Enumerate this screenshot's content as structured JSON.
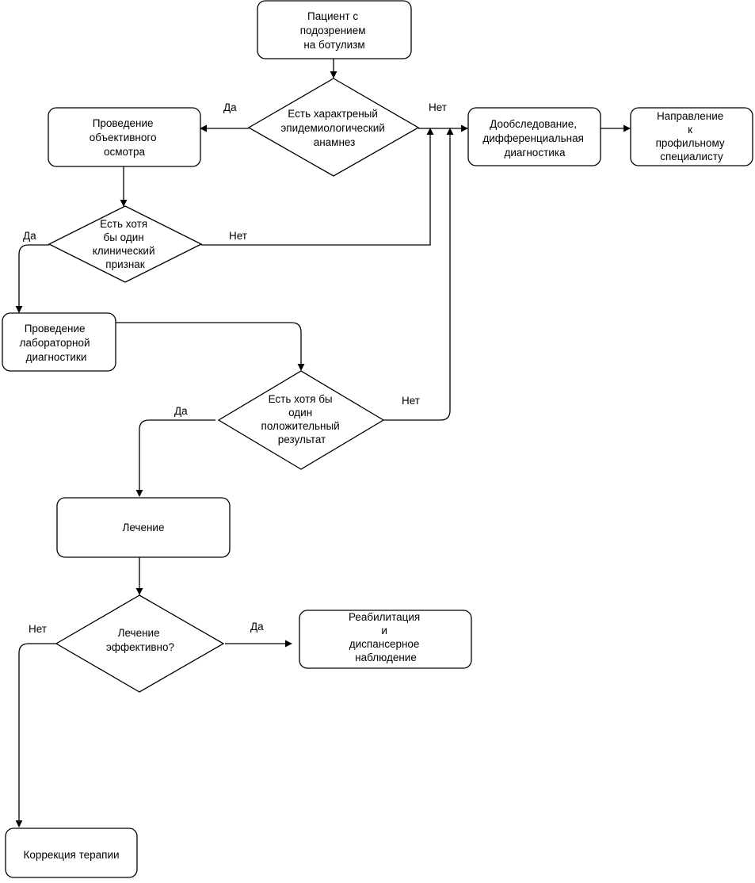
{
  "nodes": {
    "start": [
      "Пациент с",
      "подозрением",
      "на ботулизм"
    ],
    "epid_q": [
      "Есть характреный",
      "эпидемиологический",
      "анамнез"
    ],
    "exam": [
      "Проведение",
      "объективного",
      "осмотра"
    ],
    "further_exam": [
      "Дообследование,",
      "дифференциальная",
      "диагностика"
    ],
    "referral": [
      "Направление",
      "к",
      "профильному",
      "специалисту"
    ],
    "clinical_q": [
      "Есть хотя",
      "бы один",
      "клинический",
      "признак"
    ],
    "lab": [
      "Проведение",
      "лабораторной",
      "диагностики"
    ],
    "lab_q": [
      "Есть хотя бы",
      "один",
      "положительный",
      "результат"
    ],
    "treatment": [
      "Лечение"
    ],
    "effective_q": [
      "Лечение",
      "эффективно?"
    ],
    "rehab": [
      "Реабилитация",
      "и",
      "диспансерное",
      "наблюдение"
    ],
    "correction": [
      "Коррекция терапии"
    ]
  },
  "edge_labels": {
    "epid_yes": "Да",
    "epid_no": "Нет",
    "clinical_yes": "Да",
    "clinical_no": "Нет",
    "lab_yes": "Да",
    "lab_no": "Нет",
    "effective_yes": "Да",
    "effective_no": "Нет"
  }
}
